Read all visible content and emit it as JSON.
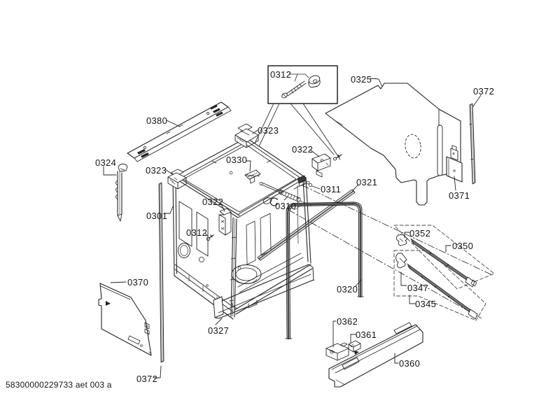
{
  "document": {
    "type": "exploded-parts-diagram",
    "footer_code": "58300000229733 aet 003 a",
    "background_color": "#ffffff",
    "line_color": "#222222"
  },
  "callouts": [
    {
      "text": "0312"
    },
    {
      "text": "0325"
    },
    {
      "text": "0372"
    },
    {
      "text": "0380"
    },
    {
      "text": "0323"
    },
    {
      "text": "0322"
    },
    {
      "text": "0324"
    },
    {
      "text": "0323"
    },
    {
      "text": "0330"
    },
    {
      "text": "0311"
    },
    {
      "text": "0321"
    },
    {
      "text": "0301"
    },
    {
      "text": "0322"
    },
    {
      "text": "0312"
    },
    {
      "text": "0310"
    },
    {
      "text": "0352"
    },
    {
      "text": "0350"
    },
    {
      "text": "0347"
    },
    {
      "text": "0345"
    },
    {
      "text": "0370"
    },
    {
      "text": "0320"
    },
    {
      "text": "0327"
    },
    {
      "text": "0362"
    },
    {
      "text": "0361"
    },
    {
      "text": "0360"
    },
    {
      "text": "0372"
    },
    {
      "text": "0371"
    }
  ]
}
